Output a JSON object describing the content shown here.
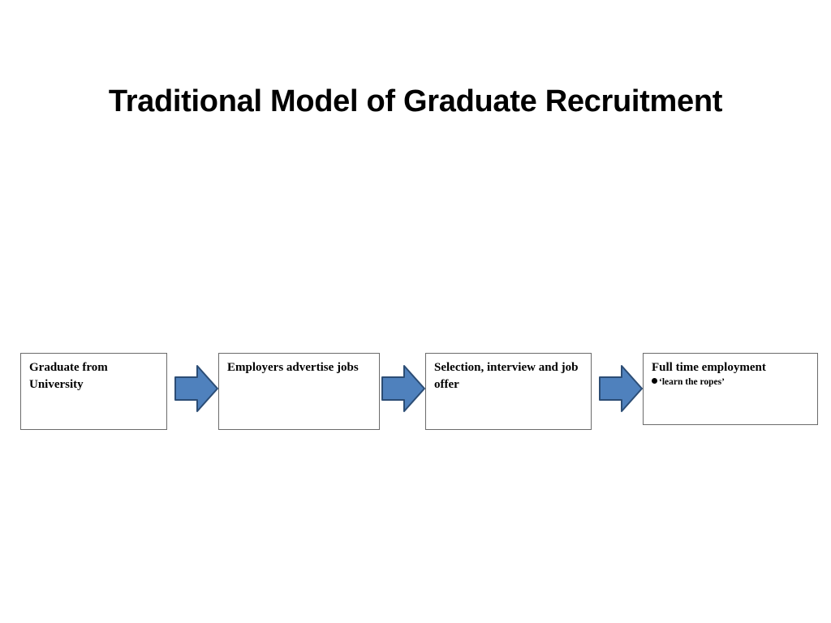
{
  "slide": {
    "title": "Traditional Model of Graduate Recruitment"
  },
  "flow": {
    "steps": [
      {
        "label": "Graduate from University",
        "bullets": []
      },
      {
        "label": "Employers advertise jobs",
        "bullets": []
      },
      {
        "label": "Selection, interview and job offer",
        "bullets": []
      },
      {
        "label": "Full time employment",
        "bullets": [
          "‘learn the ropes’"
        ]
      }
    ],
    "connector_icon": "right-arrow-icon",
    "colors": {
      "arrow_fill": "#4F81BD",
      "arrow_stroke": "#2C4D75",
      "box_border": "#6b6b6b",
      "text": "#000000"
    }
  }
}
